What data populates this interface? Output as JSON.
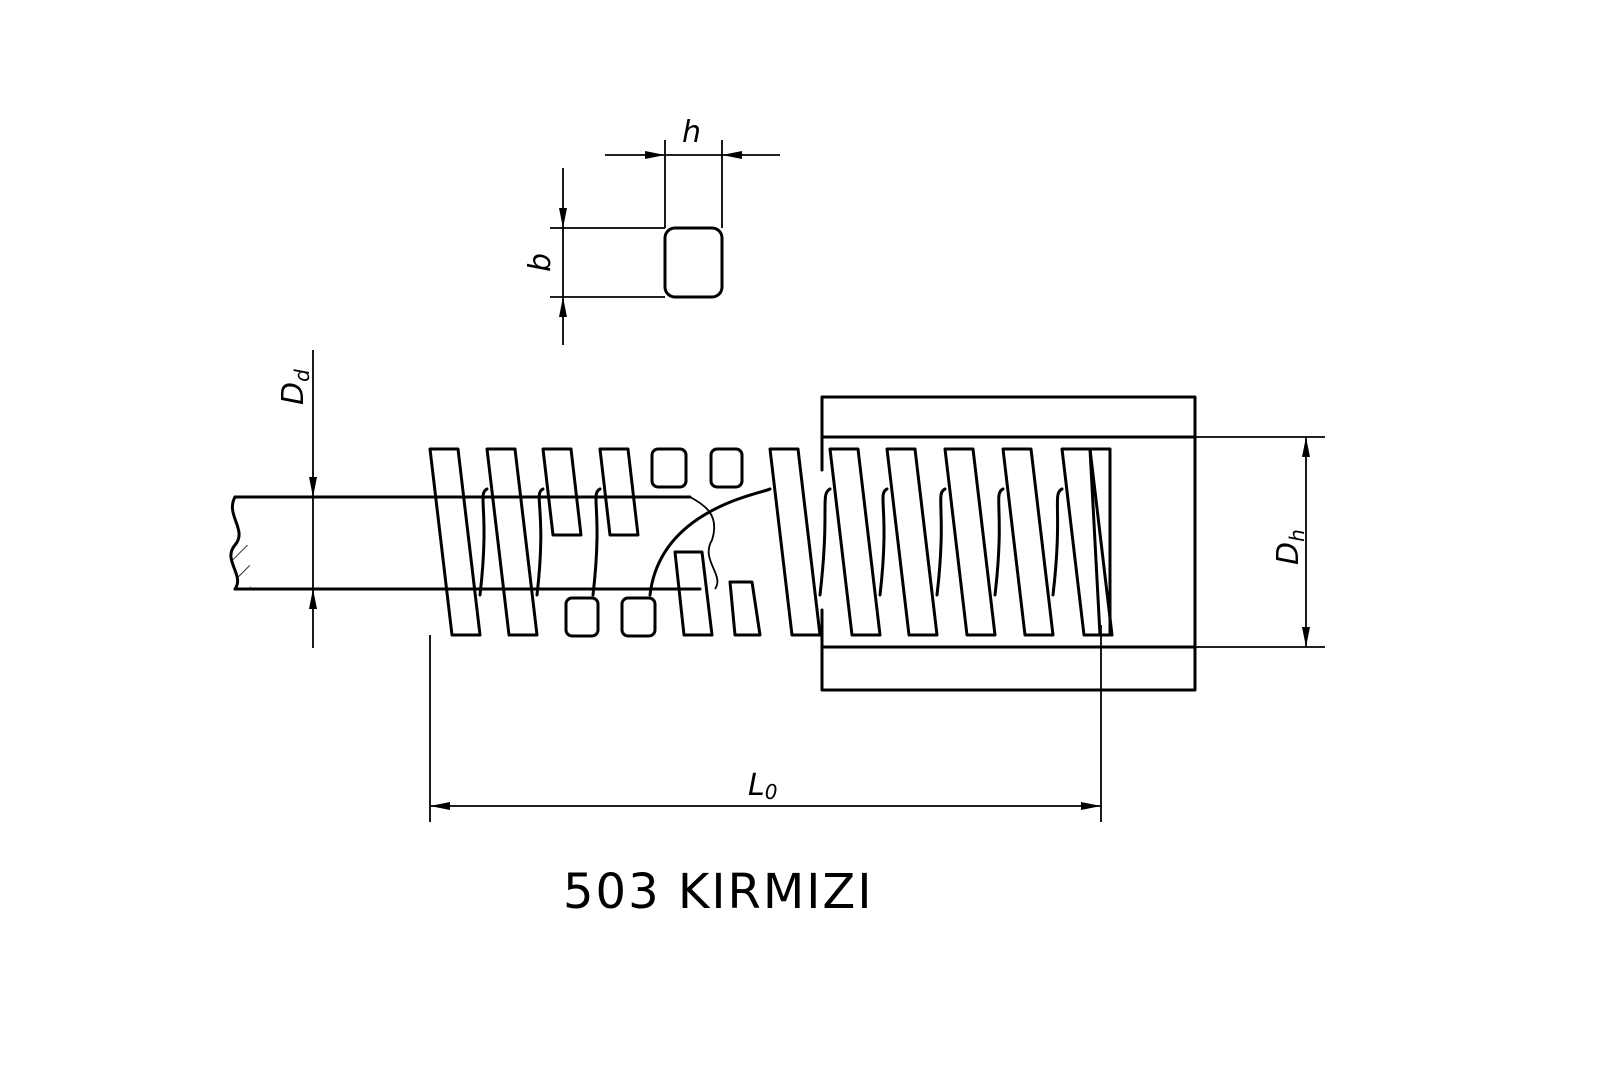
{
  "title": "503 KIRMIZI",
  "dimensions": {
    "h": "h",
    "b": "b",
    "Dd": {
      "main": "D",
      "sub": "d"
    },
    "Dh": {
      "main": "D",
      "sub": "h"
    },
    "Lo": {
      "main": "L",
      "sub": "0"
    }
  },
  "colors": {
    "line": "#000000",
    "background": "#ffffff"
  }
}
